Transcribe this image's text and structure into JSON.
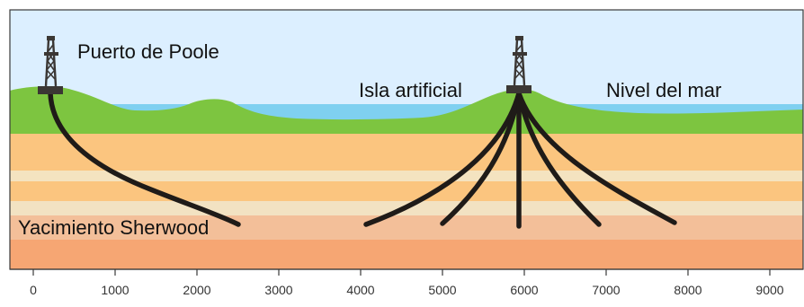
{
  "labels": {
    "port": "Puerto de Poole",
    "island": "Isla artificial",
    "sea_level": "Nivel del mar",
    "reservoir": "Yacimiento Sherwood"
  },
  "axis": {
    "ticks": [
      "0",
      "1000",
      "2000",
      "3000",
      "4000",
      "5000",
      "6000",
      "7000",
      "8000",
      "9000"
    ]
  },
  "colors": {
    "sky": "#dcefff",
    "sea": "#7fd0f0",
    "land": "#7dc540",
    "well": "#1f1b18",
    "strata": [
      "#fbc57f",
      "#f4e3c0",
      "#fbc57f",
      "#f2e2c2",
      "#f3bf99",
      "#f6a673"
    ]
  },
  "rigs": [
    "Puerto de Poole",
    "Isla artificial"
  ],
  "wells": {
    "count": 6
  }
}
